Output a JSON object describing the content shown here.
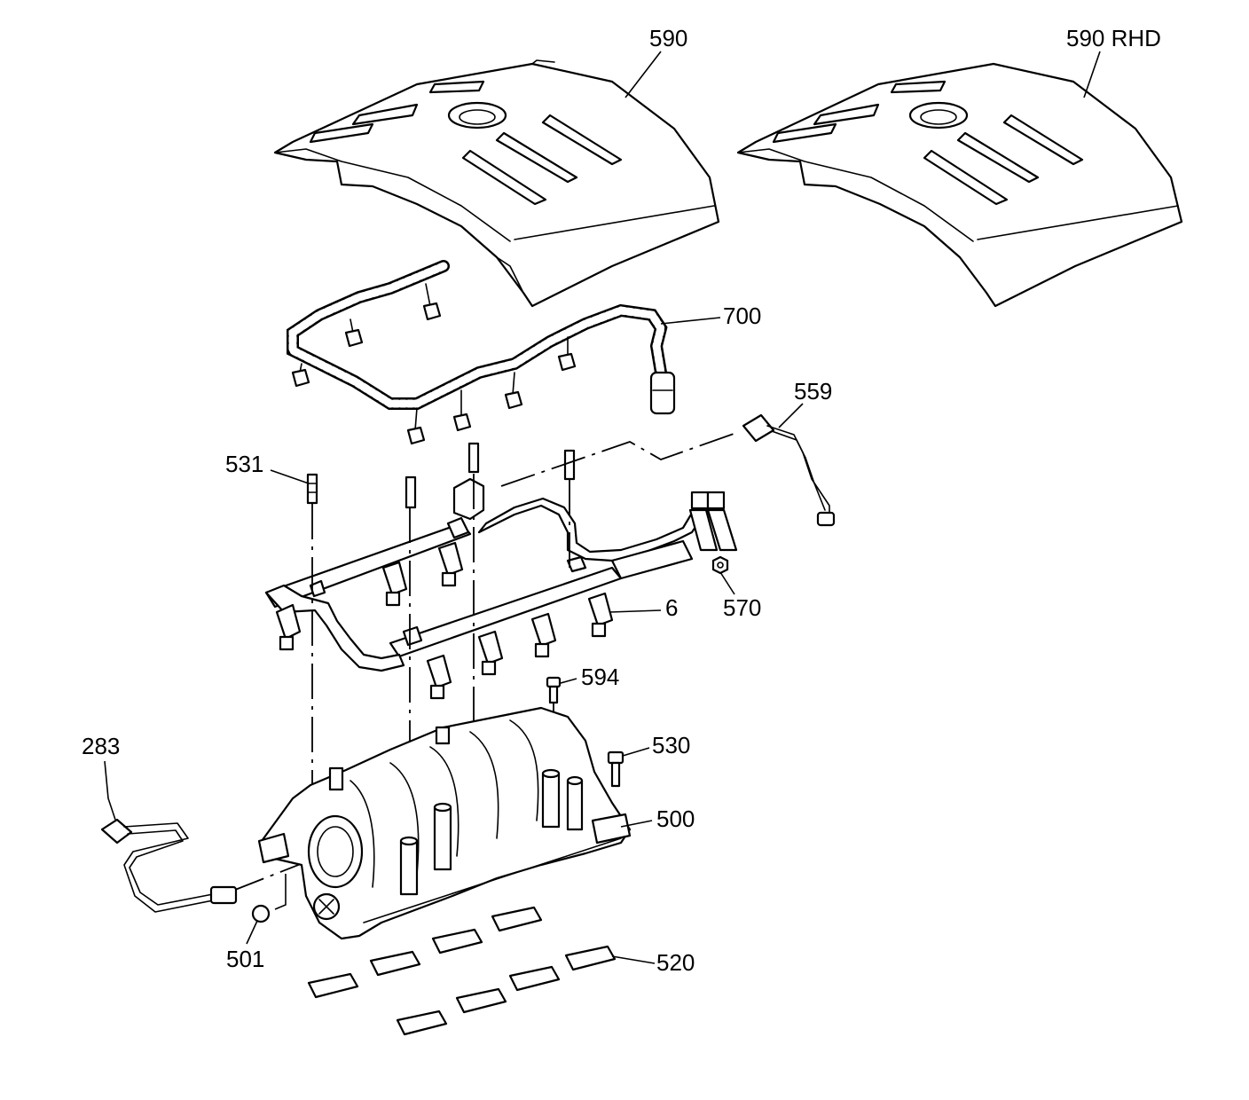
{
  "callouts": {
    "c590": "590",
    "c590rhd": "590 RHD",
    "c700": "700",
    "c559": "559",
    "c531": "531",
    "c6": "6",
    "c570": "570",
    "c594": "594",
    "c283": "283",
    "c530": "530",
    "c500": "500",
    "c501": "501",
    "c520": "520"
  },
  "colors": {
    "line": "#000000",
    "background": "#ffffff"
  }
}
